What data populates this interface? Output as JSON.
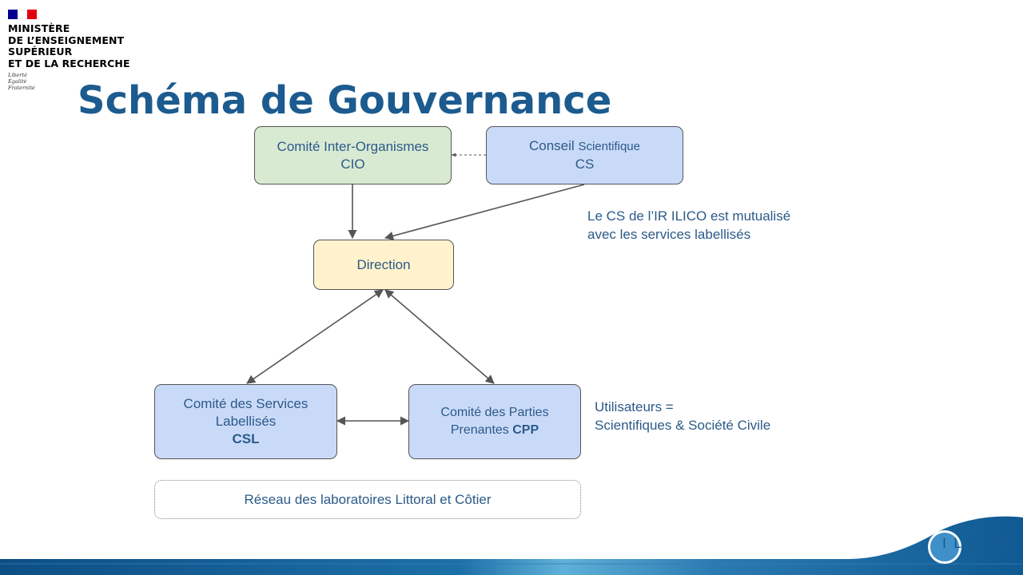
{
  "logo": {
    "ministry_lines": [
      "MINISTÈRE",
      "DE L’ENSEIGNEMENT",
      "SUPÉRIEUR",
      "ET DE LA RECHERCHE"
    ],
    "motto": [
      "Liberté",
      "Égalité",
      "Fraternité"
    ]
  },
  "title": "Schéma de Gouvernance",
  "boxes": {
    "cio": {
      "line1": "Comité Inter-Organismes",
      "line2": "CIO"
    },
    "cs": {
      "line1a": "Conseil",
      "line1b": "Scientifique",
      "line2": "CS"
    },
    "direction": {
      "label": "Direction"
    },
    "csl": {
      "line1": "Comité des Services",
      "line2": "Labellisés",
      "line3": "CSL"
    },
    "cpp": {
      "line1": "Comité des Parties",
      "line2a": "Prenantes",
      "line2b": "CPP"
    },
    "reseau": {
      "label": "Réseau des laboratoires Littoral et Côtier"
    }
  },
  "notes": {
    "cs_note": [
      "Le CS de l’IR ILICO est mutualisé",
      "avec les services labellisés"
    ],
    "users_note": [
      "Utilisateurs =",
      "Scientifiques & Société Civile"
    ]
  },
  "brand": {
    "name": "ILICO"
  },
  "colors": {
    "title": "#1c5b8f",
    "text": "#2b5a88",
    "cio_fill": "#d9ead3",
    "blue_fill": "#c9daf8",
    "direction_fill": "#fff2cc",
    "arrow": "#555555"
  }
}
